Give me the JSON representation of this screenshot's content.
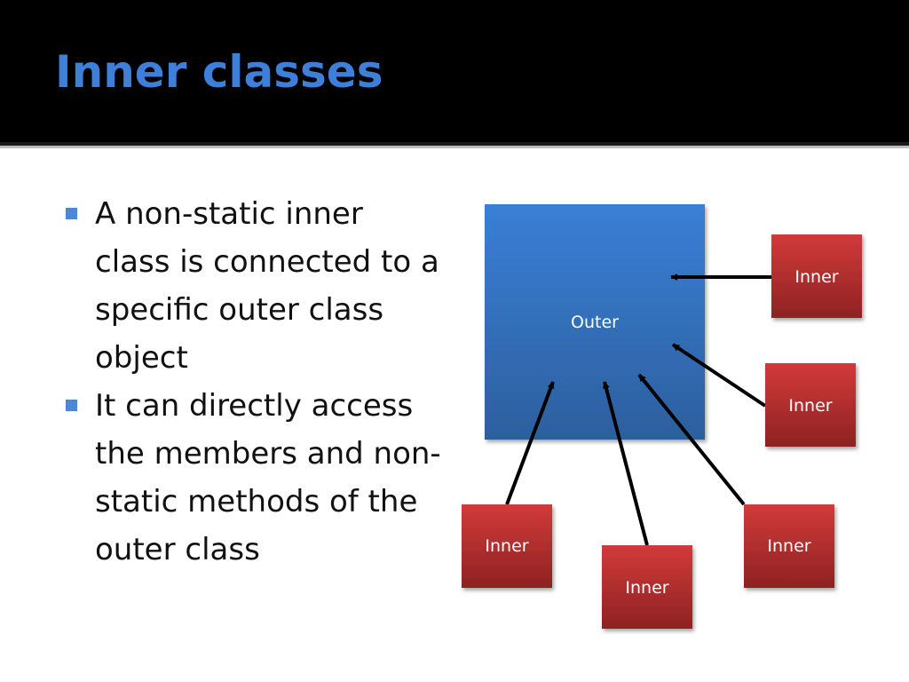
{
  "slide": {
    "title": "Inner classes"
  },
  "bullets": [
    {
      "text": "A non-static inner class is connected to a specific outer class object"
    },
    {
      "text": "It can directly access the members and non-static methods of the outer class"
    }
  ],
  "diagram": {
    "outer_label": "Outer",
    "inner_labels": [
      "Inner",
      "Inner",
      "Inner",
      "Inner",
      "Inner"
    ]
  },
  "colors": {
    "title": "#3d7fd9",
    "bullet_marker": "#4a8ad4",
    "outer_box": "#3a7bd5",
    "inner_box": "#c03030"
  }
}
